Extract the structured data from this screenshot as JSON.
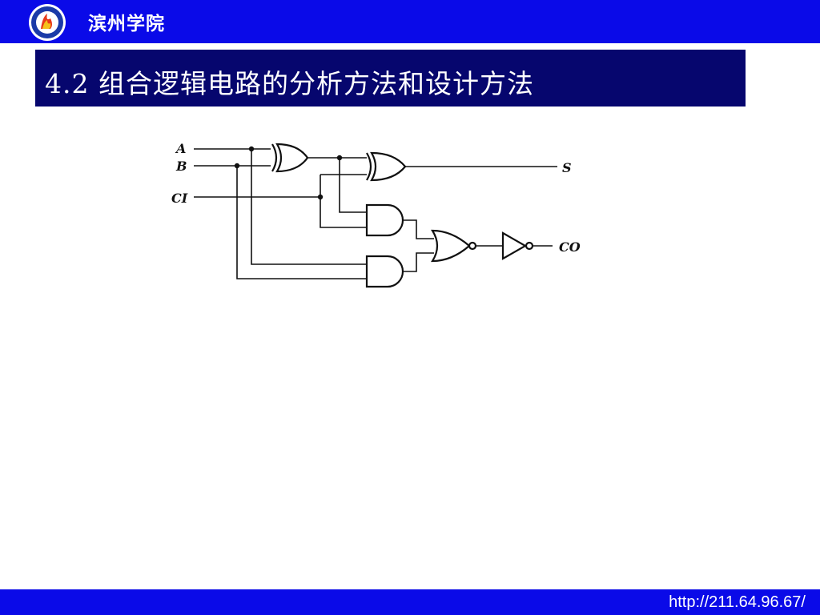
{
  "header": {
    "school_name": "滨州学院",
    "logo_icon": "university-seal-icon"
  },
  "slide": {
    "title": "4.2 组合逻辑电路的分析方法和设计方法"
  },
  "diagram": {
    "inputs": [
      "A",
      "B",
      "CI"
    ],
    "outputs": [
      "S",
      "CO"
    ],
    "gates": [
      "xor",
      "xor",
      "and",
      "and",
      "nor",
      "not"
    ]
  },
  "footer": {
    "url": "http://211.64.96.67/"
  },
  "colors": {
    "bar_blue": "#0a0ae8",
    "title_navy": "#06066e"
  }
}
